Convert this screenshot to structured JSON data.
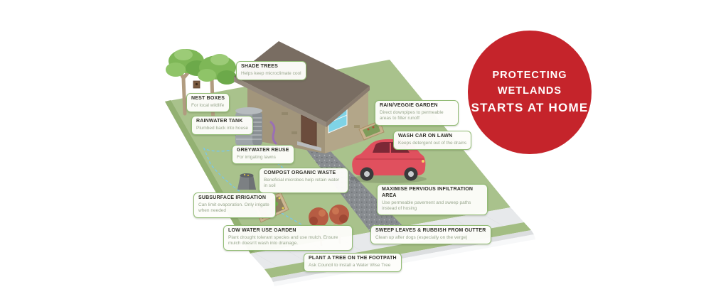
{
  "badge": {
    "line1": "PROTECTING WETLANDS",
    "line2": "STARTS AT HOME",
    "bg_color": "#c5242b",
    "text_color": "#ffffff"
  },
  "callouts": [
    {
      "id": "shade-trees",
      "title": "SHADE TREES",
      "desc": "Helps keep microclimate cool"
    },
    {
      "id": "nest-boxes",
      "title": "NEST BOXES",
      "desc": "For local wildlife"
    },
    {
      "id": "rainwater-tank",
      "title": "RAINWATER TANK",
      "desc": "Plumbed back into house"
    },
    {
      "id": "greywater-reuse",
      "title": "GREYWATER REUSE",
      "desc": "For irrigating lawns"
    },
    {
      "id": "compost-organic-waste",
      "title": "COMPOST ORGANIC WASTE",
      "desc": "Beneficial microbes help retain water in soil"
    },
    {
      "id": "subsurface-irrigation",
      "title": "SUBSURFACE IRRIGATION",
      "desc": "Can limit evaporation. Only irrigate when needed"
    },
    {
      "id": "low-water-use-garden",
      "title": "LOW WATER USE GARDEN",
      "desc": "Plant drought tolerant species and use mulch. Ensure mulch doesn't wash into drainage."
    },
    {
      "id": "plant-a-tree-on-the-footpath",
      "title": "PLANT A TREE ON THE FOOTPATH",
      "desc": "Ask Council to install a Water Wise Tree"
    },
    {
      "id": "rain-veggie-garden",
      "title": "RAIN/VEGGIE GARDEN",
      "desc": "Direct downpipes to permeable areas to filter runoff"
    },
    {
      "id": "wash-car-on-lawn",
      "title": "WASH CAR ON LAWN",
      "desc": "Keeps detergent out of the drains"
    },
    {
      "id": "maximise-pervious-infiltration-area",
      "title": "MAXIMISE PERVIOUS INFILTRATION AREA",
      "desc": "Use permeable pavement and sweep paths instead of hosing"
    },
    {
      "id": "sweep-leaves-rubbish-from-gutter",
      "title": "SWEEP LEAVES & RUBBISH FROM GUTTER",
      "desc": "Clean up after dogs (especially on the verge)"
    }
  ],
  "scene_colors": {
    "lawn_green": "#a9c28c",
    "verge_green": "#a3bd83",
    "footpath_grey": "#e7e9eb",
    "curb_white": "#f7f8f9",
    "driveway_grey": "#888c90",
    "roof_brown": "#796d62",
    "wall_tan_light": "#b3a689",
    "wall_tan_dark": "#a2957b",
    "door_brown": "#6b4c3c",
    "window_blue": "#7fd3e6",
    "tree_green": "#7eb757",
    "street_tree_red": "#b65c43",
    "tank_grey": "#9fa5a9",
    "downpipe_purple": "#9a6fb5",
    "irrigation_blue": "#79c7e8",
    "label_border_green": "#92bc75",
    "label_desc_grey": "#98a68d"
  }
}
